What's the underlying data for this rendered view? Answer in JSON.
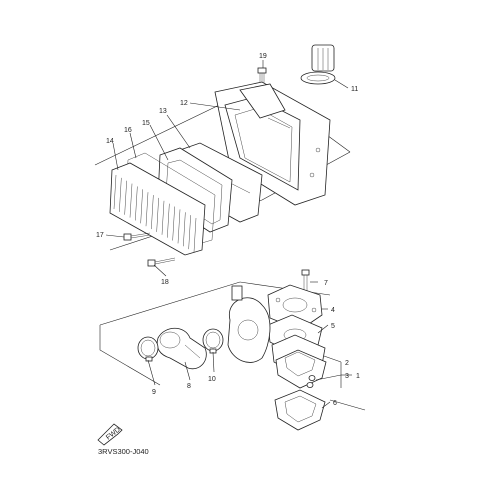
{
  "diagram": {
    "callouts": {
      "c1": "1",
      "c2": "2",
      "c3": "3",
      "c4": "4",
      "c5": "5",
      "c6": "6",
      "c7": "7",
      "c8": "8",
      "c9": "9",
      "c10": "10",
      "c11": "11",
      "c12": "12",
      "c13": "13",
      "c14": "14",
      "c15": "15",
      "c16": "16",
      "c17": "17",
      "c18": "18",
      "c19": "19"
    },
    "fwd_label": "FWD",
    "drawing_code": "3RVS300-J040"
  }
}
